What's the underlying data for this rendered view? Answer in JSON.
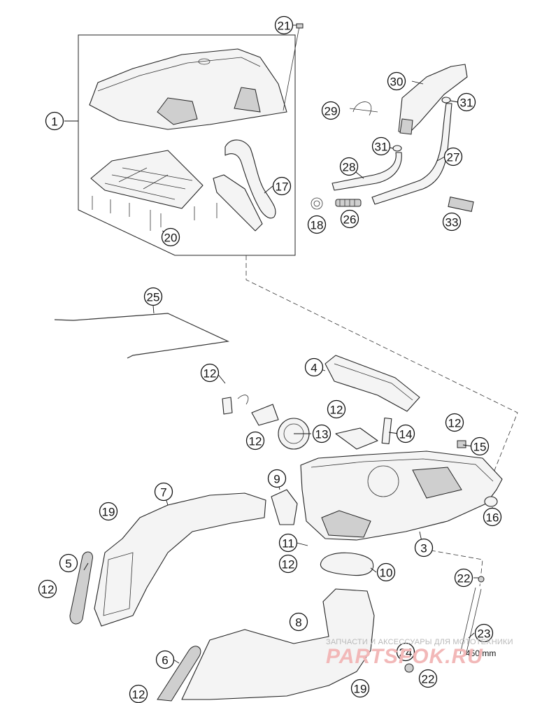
{
  "callouts": [
    {
      "id": "1",
      "label": "1"
    },
    {
      "id": "3",
      "label": "3"
    },
    {
      "id": "4",
      "label": "4"
    },
    {
      "id": "5",
      "label": "5"
    },
    {
      "id": "6",
      "label": "6"
    },
    {
      "id": "7",
      "label": "7"
    },
    {
      "id": "8",
      "label": "8"
    },
    {
      "id": "9",
      "label": "9"
    },
    {
      "id": "10",
      "label": "10"
    },
    {
      "id": "11",
      "label": "11"
    },
    {
      "id": "12a",
      "label": "12"
    },
    {
      "id": "12b",
      "label": "12"
    },
    {
      "id": "12c",
      "label": "12"
    },
    {
      "id": "12d",
      "label": "12"
    },
    {
      "id": "12e",
      "label": "12"
    },
    {
      "id": "12f",
      "label": "12"
    },
    {
      "id": "12g",
      "label": "12"
    },
    {
      "id": "13",
      "label": "13"
    },
    {
      "id": "14",
      "label": "14"
    },
    {
      "id": "15",
      "label": "15"
    },
    {
      "id": "16",
      "label": "16"
    },
    {
      "id": "17",
      "label": "17"
    },
    {
      "id": "18",
      "label": "18"
    },
    {
      "id": "19a",
      "label": "19"
    },
    {
      "id": "19b",
      "label": "19"
    },
    {
      "id": "20",
      "label": "20"
    },
    {
      "id": "21",
      "label": "21"
    },
    {
      "id": "22a",
      "label": "22"
    },
    {
      "id": "22b",
      "label": "22"
    },
    {
      "id": "23",
      "label": "23"
    },
    {
      "id": "24",
      "label": "24"
    },
    {
      "id": "25",
      "label": "25"
    },
    {
      "id": "26",
      "label": "26"
    },
    {
      "id": "27",
      "label": "27"
    },
    {
      "id": "28",
      "label": "28"
    },
    {
      "id": "29",
      "label": "29"
    },
    {
      "id": "30",
      "label": "30"
    },
    {
      "id": "31a",
      "label": "31"
    },
    {
      "id": "31b",
      "label": "31"
    },
    {
      "id": "33",
      "label": "33"
    }
  ],
  "dimension_label": "450 mm",
  "watermark": {
    "tagline": "ЗАПЧАСТИ И АКСЕССУАРЫ ДЛЯ МОТОТЕХНИКИ",
    "logo": "PARTSFOK.RU"
  }
}
